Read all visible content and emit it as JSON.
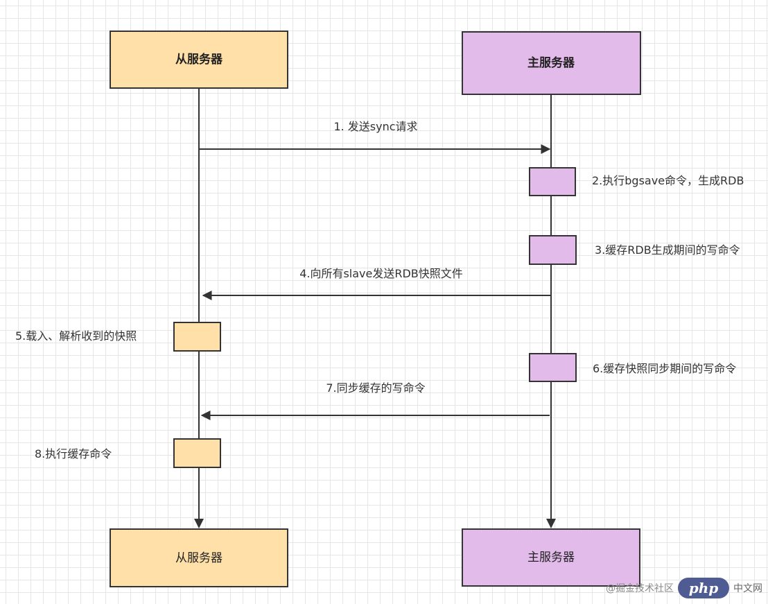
{
  "participants": {
    "slave_top": "从服务器",
    "master_top": "主服务器",
    "slave_bottom": "从服务器",
    "master_bottom": "主服务器"
  },
  "steps": {
    "s1": "1. 发送sync请求",
    "s2": "2.执行bgsave命令，生成RDB",
    "s3": "3.缓存RDB生成期间的写命令",
    "s4": "4.向所有slave发送RDB快照文件",
    "s5": "5.载入、解析收到的快照",
    "s6": "6.缓存快照同步期间的写命令",
    "s7": "7.同步缓存的写命令",
    "s8": "8.执行缓存命令"
  },
  "watermark": {
    "logo": "php",
    "site": "中文网",
    "label": "@掘金技术社区"
  },
  "colors": {
    "slave": "#ffe0a8",
    "master": "#e3bbea",
    "stroke": "#333333"
  }
}
